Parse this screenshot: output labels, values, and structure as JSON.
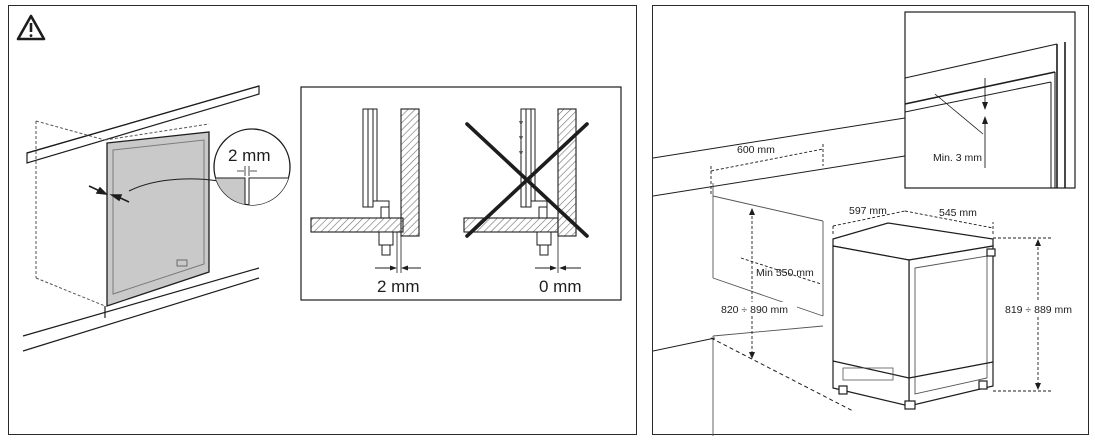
{
  "left_figure": {
    "warning_icon": "warning-triangle-icon",
    "callout_gap_label": "2 mm",
    "detail_correct_gap_label": "2 mm",
    "detail_wrong_gap_label": "0 mm",
    "detail_wrong_mark": "cross-out-icon"
  },
  "right_figure": {
    "niche_width_label": "600 mm",
    "niche_depth_label": "Min 550 mm",
    "niche_height_label": "820 ÷ 890 mm",
    "appliance_width_label": "597 mm",
    "appliance_depth_label": "545 mm",
    "appliance_height_label": "819 ÷ 889 mm",
    "inset_clearance_label": "Min. 3 mm"
  },
  "colors": {
    "line": "#1d1d1d",
    "door_fill": "#c9c9c9",
    "hatch": "#6e6e6e",
    "background": "#ffffff"
  }
}
